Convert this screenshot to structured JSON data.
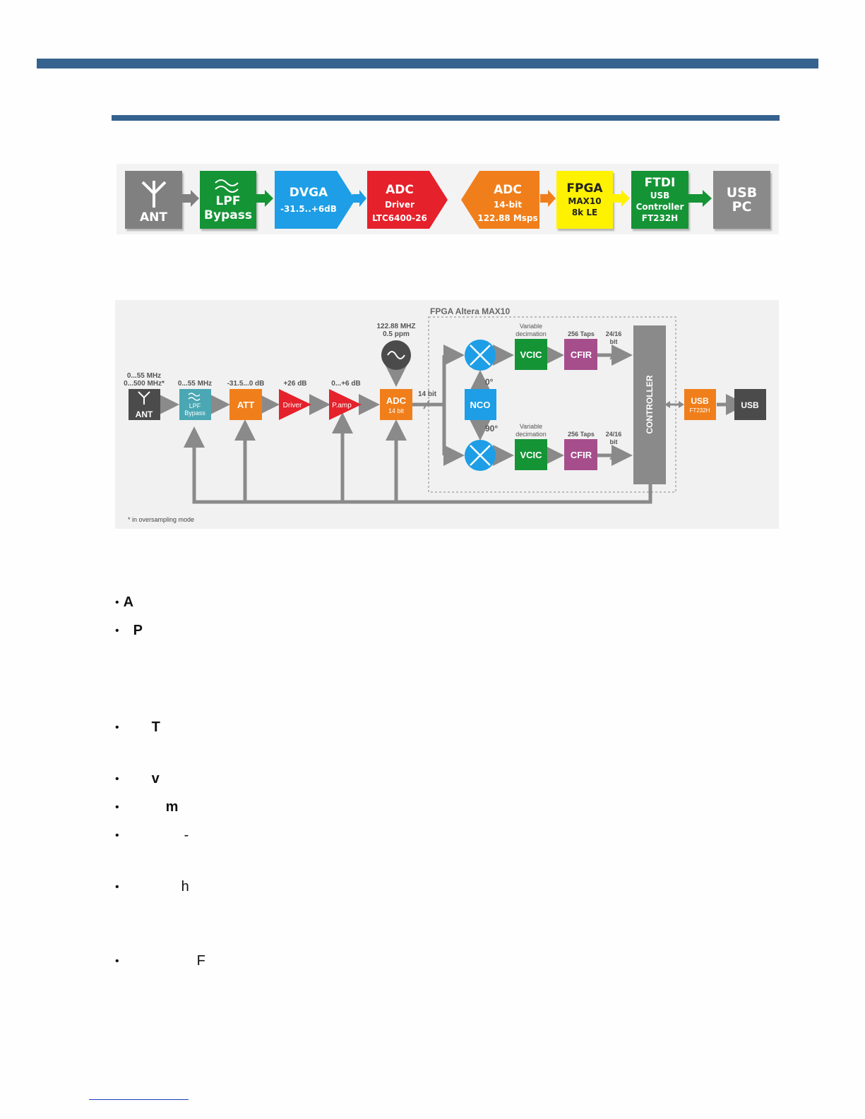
{
  "colors": {
    "rule": "#35628f",
    "ant_gray": "#808080",
    "lpf_green": "#159436",
    "dvga_blue": "#1d9ee6",
    "adc_driver_red": "#e5212b",
    "adc_orange": "#f07f1b",
    "fpga_yellow": "#fff200",
    "ftdi_green": "#159436",
    "usb_gray": "#8a8a8a"
  },
  "diagram1": {
    "ant": {
      "icon": "antenna-icon",
      "label": "ANT"
    },
    "lpf": {
      "icon": "filter-wave-icon",
      "line1": "LPF",
      "line2": "Bypass"
    },
    "dvga": {
      "line1": "DVGA",
      "line2": "-31.5..+6dB"
    },
    "adc_driver": {
      "line1": "ADC",
      "line2": "Driver",
      "line3": "LTC6400-26"
    },
    "adc": {
      "line1": "ADC",
      "line2": "14-bit",
      "line3": "122.88 Msps"
    },
    "fpga": {
      "line1": "FPGA",
      "line2": "MAX10",
      "line3": "8k LE"
    },
    "ftdi": {
      "line1": "FTDI",
      "line2": "USB",
      "line3": "Controller",
      "line4": "FT232H"
    },
    "usb": {
      "line1": "USB",
      "line2": "PC"
    }
  },
  "diagram2": {
    "fpga_region_label": "FPGA Altera MAX10",
    "ant_freq1": "0...55 MHz",
    "ant_freq2": "0...500 MHz*",
    "ant_label": "ANT",
    "lpf_freq": "0...55 MHz",
    "lpf_label1": "LPF",
    "lpf_label2": "Bypass",
    "att_range": "-31.5...0 dB",
    "att_label": "ATT",
    "driver_gain": "+26 dB",
    "driver_label": "Driver",
    "pamp_gain": "0...+6 dB",
    "pamp_label": "P.amp",
    "osc_freq": "122.88 MHZ",
    "osc_ppm": "0.5 ppm",
    "adc_label1": "ADC",
    "adc_label2": "14 bit",
    "adc_bits": "14 bit",
    "nco_label": "NCO",
    "phase_0": "0°",
    "phase_90": "90°",
    "var_dec_top1": "Variable",
    "var_dec_top2": "decimation",
    "var_dec_bot1": "Variable",
    "var_dec_bot2": "decimation",
    "vcic_label": "VCIC",
    "cfir_label": "CFIR",
    "taps_top": "256 Taps",
    "taps_bot": "256 Taps",
    "bits_top1": "24/16",
    "bits_top2": "bit",
    "bits_bot1": "24/16",
    "bits_bot2": "bit",
    "controller_label": "CONTROLLER",
    "usb_ctrl_label1": "USB",
    "usb_ctrl_label2": "FT232H",
    "usb_label": "USB",
    "footnote": "* in oversampling mode"
  },
  "bullets": [
    {
      "text": "A"
    },
    {
      "text": "P"
    },
    {
      "text": "T"
    },
    {
      "text": "v"
    },
    {
      "text": "m"
    },
    {
      "text": "-"
    },
    {
      "text": "h"
    },
    {
      "text": "F"
    }
  ]
}
